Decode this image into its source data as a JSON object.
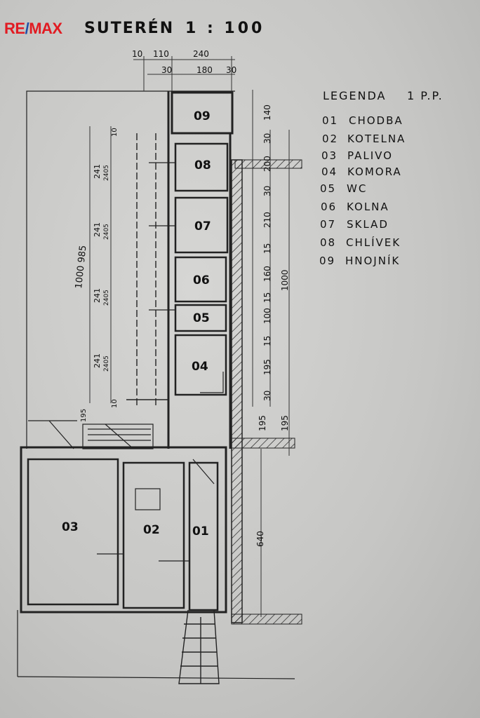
{
  "logo": {
    "text": "RE/MAX",
    "part1": "RE",
    "slash": "/",
    "part2": "MAX",
    "colors": {
      "red": "#e11b22",
      "blue": "#1f4fa8"
    }
  },
  "title": {
    "name": "SUTERÉN",
    "scale": "1 : 100"
  },
  "legend": {
    "heading": "LEGENDA",
    "floor": "1 P.P.",
    "items": [
      {
        "code": "01",
        "name": "CHODBA"
      },
      {
        "code": "02",
        "name": "KOTELNA"
      },
      {
        "code": "03",
        "name": "PALIVO"
      },
      {
        "code": "04",
        "name": "KOMORA"
      },
      {
        "code": "05",
        "name": "WC"
      },
      {
        "code": "06",
        "name": "KOLNA"
      },
      {
        "code": "07",
        "name": "SKLAD"
      },
      {
        "code": "08",
        "name": "CHLÍVEK"
      },
      {
        "code": "09",
        "name": "HNOJNÍK"
      }
    ]
  },
  "rooms": [
    "09",
    "08",
    "07",
    "06",
    "05",
    "04",
    "03",
    "02",
    "01"
  ],
  "dimensions": {
    "top_row1": [
      "10",
      "110",
      "240"
    ],
    "top_row2": [
      "30",
      "180",
      "30"
    ],
    "right_chain": [
      "140",
      "30",
      "200",
      "30",
      "210",
      "15",
      "160",
      "15",
      "100",
      "15",
      "195",
      "30",
      "195"
    ],
    "right_total": "1000",
    "right_lower": "195",
    "right_bottom": "640",
    "left_total": "1000 985",
    "left_pairs": [
      [
        "241",
        "2405"
      ],
      [
        "241",
        "2405"
      ],
      [
        "241",
        "2405"
      ],
      [
        "241",
        "2405"
      ]
    ],
    "left_small": [
      "10",
      "10",
      "195"
    ]
  }
}
